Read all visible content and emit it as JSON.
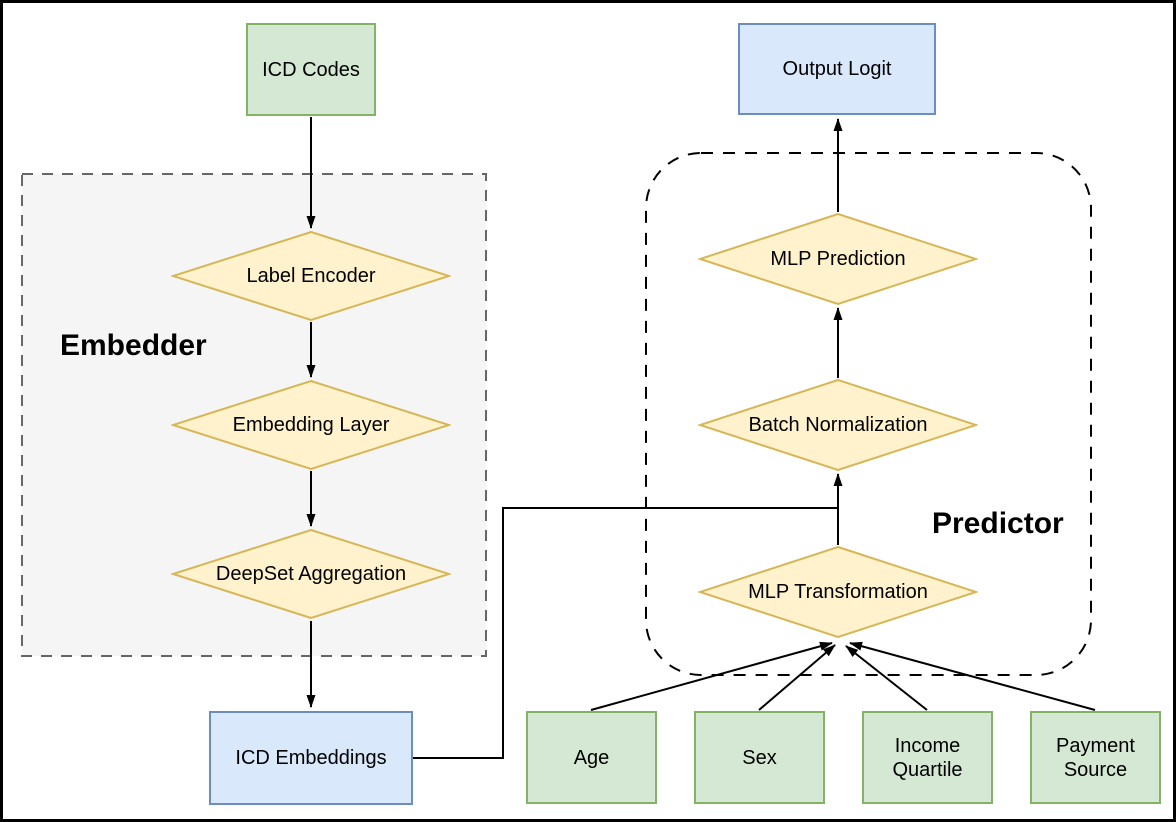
{
  "colors": {
    "bg": "#ffffff",
    "frame_border": "#000000",
    "text": "#000000",
    "edge_stroke": "#000000",
    "green_fill": "#d5e8d4",
    "green_stroke": "#82b366",
    "blue_fill": "#dae8fc",
    "blue_stroke": "#6c8ebf",
    "yellow_fill": "#fff2cc",
    "yellow_stroke": "#d6b656",
    "embedder_fill": "#f5f5f5",
    "embedder_stroke": "#666666",
    "predictor_stroke": "#000000"
  },
  "regions": {
    "embedder": {
      "label": "Embedder"
    },
    "predictor": {
      "label": "Predictor"
    }
  },
  "nodes": {
    "icd_codes": {
      "label": "ICD Codes",
      "shape": "rectangle",
      "color": "green"
    },
    "label_encoder": {
      "label": "Label Encoder",
      "shape": "diamond",
      "color": "yellow",
      "region": "Embedder"
    },
    "embedding_layer": {
      "label": "Embedding Layer",
      "shape": "diamond",
      "color": "yellow",
      "region": "Embedder"
    },
    "deepset_aggregation": {
      "label": "DeepSet Aggregation",
      "shape": "diamond",
      "color": "yellow",
      "region": "Embedder"
    },
    "icd_embeddings": {
      "label": "ICD Embeddings",
      "shape": "rectangle",
      "color": "blue"
    },
    "output_logit": {
      "label": "Output Logit",
      "shape": "rectangle",
      "color": "blue"
    },
    "mlp_prediction": {
      "label": "MLP Prediction",
      "shape": "diamond",
      "color": "yellow",
      "region": "Predictor"
    },
    "batch_normalization": {
      "label": "Batch Normalization",
      "shape": "diamond",
      "color": "yellow",
      "region": "Predictor"
    },
    "mlp_transformation": {
      "label": "MLP Transformation",
      "shape": "diamond",
      "color": "yellow",
      "region": "Predictor"
    },
    "age": {
      "label": "Age",
      "shape": "rectangle",
      "color": "green"
    },
    "sex": {
      "label": "Sex",
      "shape": "rectangle",
      "color": "green"
    },
    "income_quartile": {
      "label": "Income\nQuartile",
      "shape": "rectangle",
      "color": "green"
    },
    "payment_source": {
      "label": "Payment\nSource",
      "shape": "rectangle",
      "color": "green"
    }
  },
  "edges": [
    {
      "from": "icd_codes",
      "to": "label_encoder",
      "arrow": true
    },
    {
      "from": "label_encoder",
      "to": "embedding_layer",
      "arrow": true
    },
    {
      "from": "embedding_layer",
      "to": "deepset_aggregation",
      "arrow": true
    },
    {
      "from": "deepset_aggregation",
      "to": "icd_embeddings",
      "arrow": true
    },
    {
      "from": "icd_embeddings",
      "to": "batch_normalization",
      "arrow": false
    },
    {
      "from": "mlp_transformation",
      "to": "batch_normalization",
      "arrow": true
    },
    {
      "from": "batch_normalization",
      "to": "mlp_prediction",
      "arrow": true
    },
    {
      "from": "mlp_prediction",
      "to": "output_logit",
      "arrow": true
    },
    {
      "from": "age",
      "to": "mlp_transformation",
      "arrow": true
    },
    {
      "from": "sex",
      "to": "mlp_transformation",
      "arrow": true
    },
    {
      "from": "income_quartile",
      "to": "mlp_transformation",
      "arrow": true
    },
    {
      "from": "payment_source",
      "to": "mlp_transformation",
      "arrow": true
    }
  ]
}
